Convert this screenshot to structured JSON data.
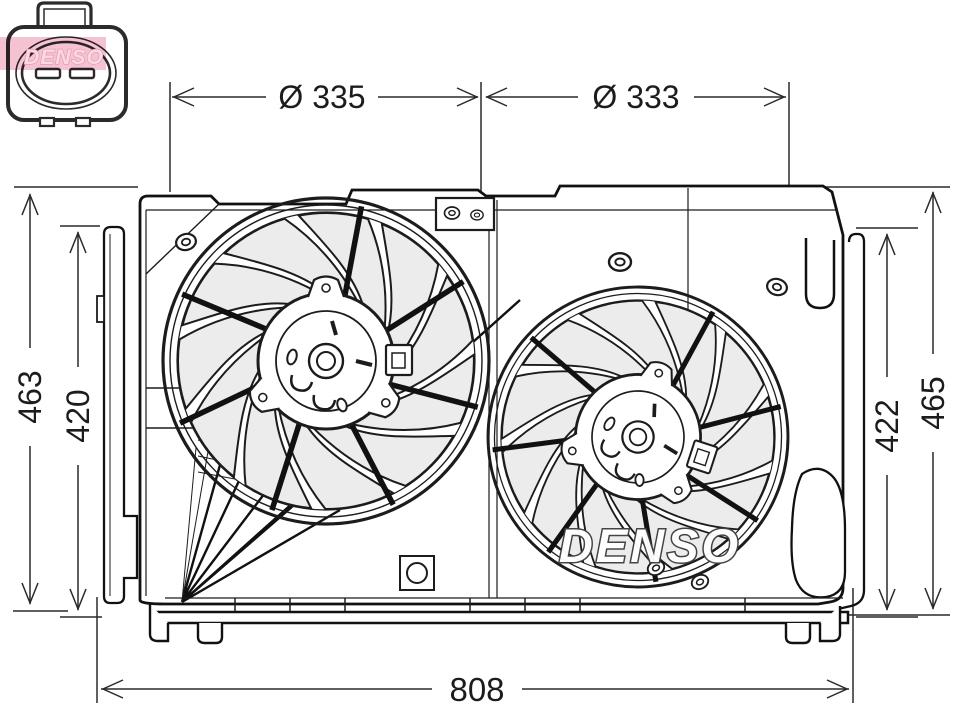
{
  "figure": {
    "type": "technical-drawing",
    "subject": "Dual radiator cooling fan assembly",
    "watermark": "DENSO",
    "connector_logo": "DENSO"
  },
  "dimensions": {
    "left_fan_diameter": "Ø 335",
    "right_fan_diameter": "Ø 333",
    "left_outer_height": "463",
    "left_inner_height": "420",
    "right_inner_height": "422",
    "right_outer_height": "465",
    "overall_width": "808"
  },
  "colors": {
    "line": "#1c1c1c",
    "blade_fill": "#ececec",
    "brand_pink": "#f3b3c6",
    "background": "#ffffff"
  }
}
